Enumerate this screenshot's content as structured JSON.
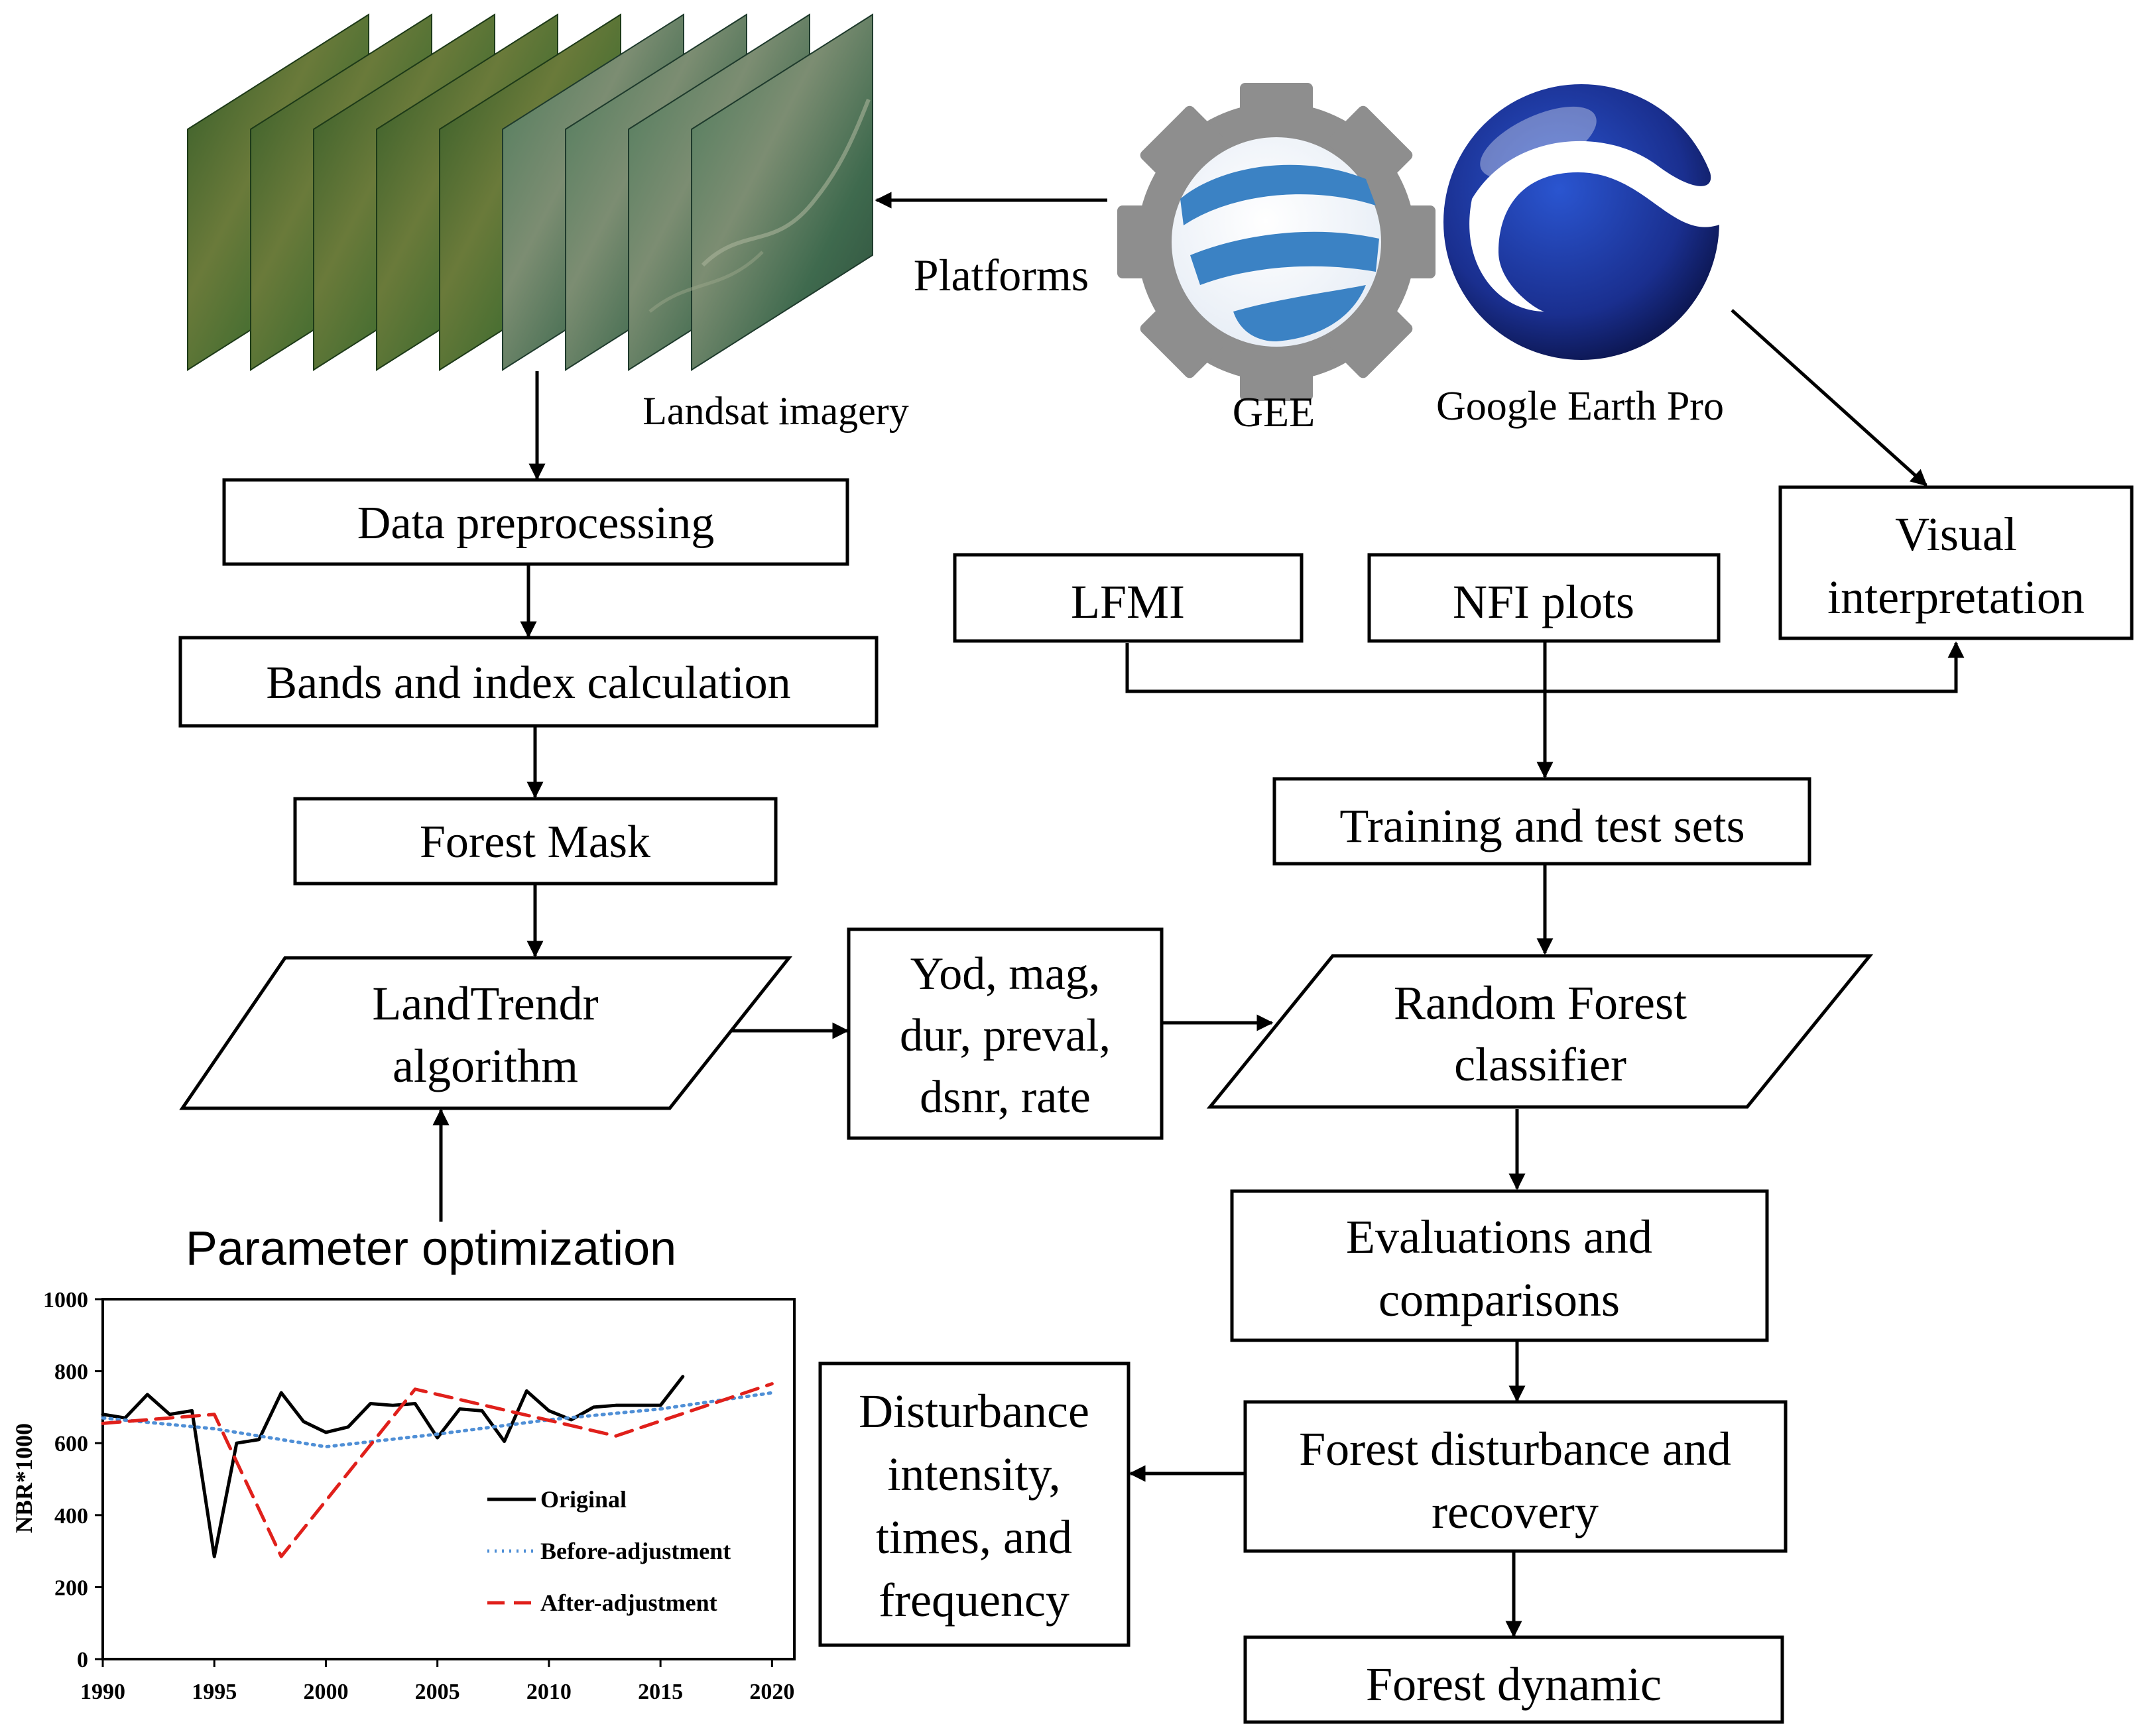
{
  "platforms_label": "Platforms",
  "landsat_label": "Landsat  imagery",
  "gee_label": "GEE",
  "gep_label": "Google  Earth Pro",
  "param_label": "Parameter optimization",
  "boxes": {
    "data_preprocessing": "Data preprocessing",
    "bands_index": "Bands  and index calculation",
    "forest_mask": "Forest Mask",
    "landtrendr": [
      "LandTrendr",
      "algorithm"
    ],
    "params": [
      "Yod, mag,",
      "dur, preval,",
      "dsnr, rate"
    ],
    "lfmi": "LFMI",
    "nfi": "NFI plots",
    "visual": [
      "Visual",
      "interpretation"
    ],
    "training": "Training and test sets",
    "rf": [
      "Random Forest",
      "classifier"
    ],
    "evaluations": [
      "Evaluations and",
      "comparisons"
    ],
    "disturbance_recovery": [
      "Forest disturbance and",
      "recovery"
    ],
    "disturbance_intensity": [
      "Disturbance",
      "intensity,",
      "times, and",
      "frequency"
    ],
    "forest_dynamic": "Forest dynamic"
  },
  "colors": {
    "original": "#000000",
    "before": "#4f8fd6",
    "after": "#e0201b",
    "gee_gear": "#8e8e8e",
    "gee_globe": "#3b82c4",
    "gep_globe": "#1a2f8f"
  },
  "chart_data": {
    "type": "line",
    "ylabel": "NBR*1000",
    "xlabel": "",
    "xlim": [
      1990,
      2021
    ],
    "ylim": [
      0,
      1000
    ],
    "xticks": [
      1990,
      1995,
      2000,
      2005,
      2010,
      2015,
      2020
    ],
    "yticks": [
      0,
      200,
      400,
      600,
      800,
      1000
    ],
    "legend": "inside-lower-right",
    "series": [
      {
        "name": "Original",
        "style": "solid",
        "x": [
          1990,
          1991,
          1992,
          1993,
          1994,
          1995,
          1996,
          1997,
          1998,
          1999,
          2000,
          2001,
          2002,
          2003,
          2004,
          2005,
          2006,
          2007,
          2008,
          2009,
          2010,
          2011,
          2012,
          2013,
          2014,
          2015,
          2016,
          2017,
          2018,
          2019,
          2020
        ],
        "y": [
          680,
          670,
          735,
          680,
          690,
          285,
          600,
          610,
          740,
          660,
          630,
          645,
          710,
          705,
          710,
          615,
          695,
          690,
          605,
          745,
          690,
          665,
          700,
          705,
          705,
          705,
          785,
          null,
          null,
          null,
          null
        ]
      },
      {
        "name": "Before-adjustment",
        "style": "dotted",
        "x": [
          1990,
          1995,
          2000,
          2005,
          2010,
          2015,
          2020
        ],
        "y": [
          670,
          640,
          590,
          625,
          665,
          695,
          740
        ]
      },
      {
        "name": "After-adjustment",
        "style": "dashed",
        "x": [
          1990,
          1995,
          1998,
          2004,
          2013,
          2020
        ],
        "y": [
          655,
          680,
          285,
          750,
          620,
          765
        ]
      }
    ]
  }
}
